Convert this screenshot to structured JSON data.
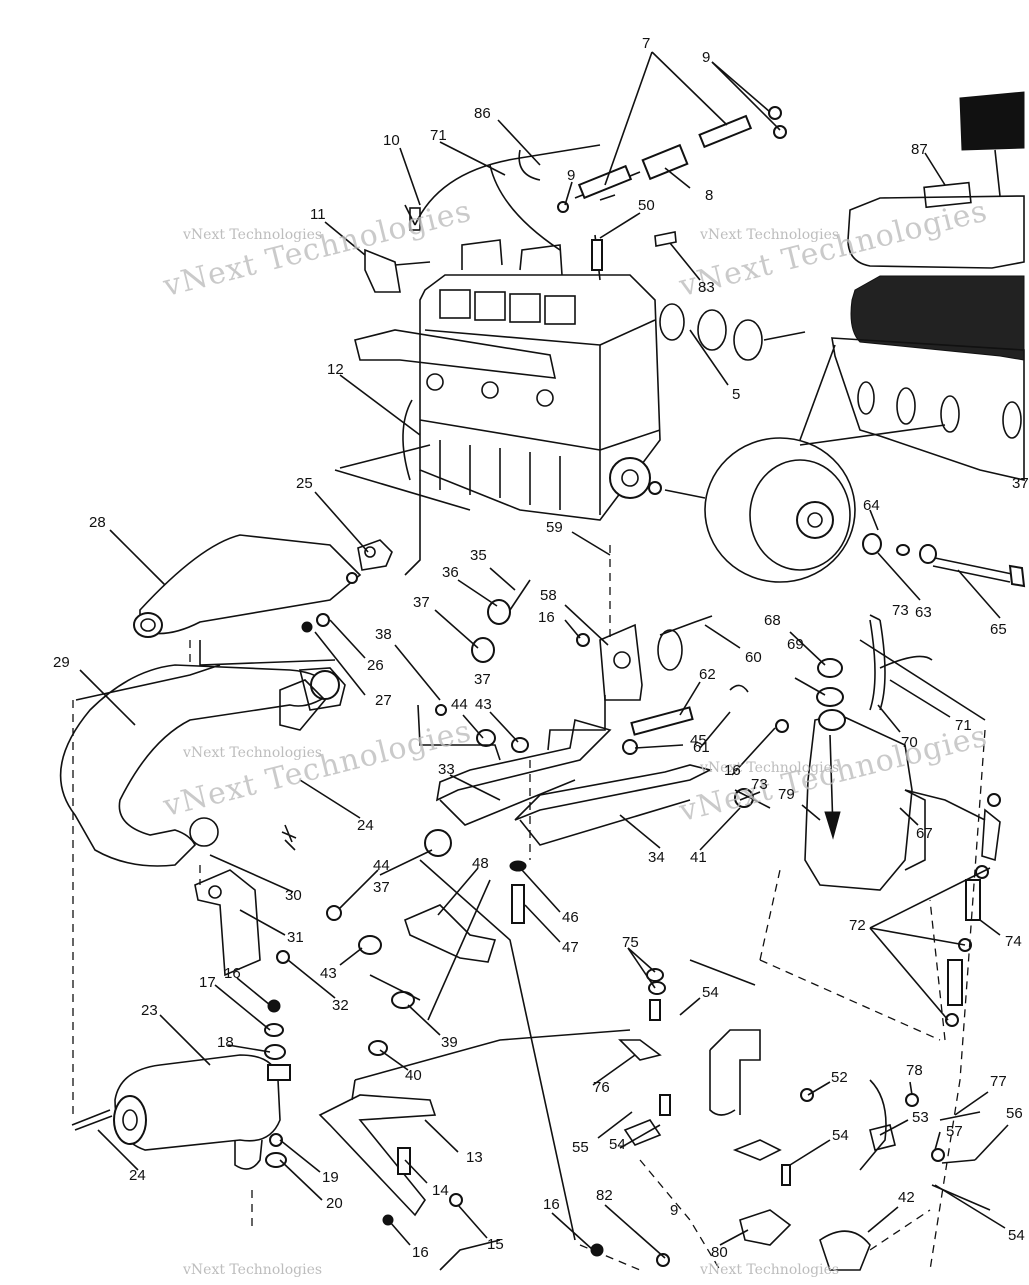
{
  "watermark": {
    "small": "vNext Technologies",
    "big": "vNext Technologies"
  },
  "callouts": [
    {
      "text": "7"
    },
    {
      "text": "9"
    },
    {
      "text": "86"
    },
    {
      "text": "10"
    },
    {
      "text": "71"
    },
    {
      "text": "9"
    },
    {
      "text": "8"
    },
    {
      "text": "87"
    },
    {
      "text": "11"
    },
    {
      "text": "50"
    },
    {
      "text": "83"
    },
    {
      "text": "12"
    },
    {
      "text": "5"
    },
    {
      "text": "37"
    },
    {
      "text": "25"
    },
    {
      "text": "28"
    },
    {
      "text": "59"
    },
    {
      "text": "64"
    },
    {
      "text": "63"
    },
    {
      "text": "65"
    },
    {
      "text": "35"
    },
    {
      "text": "36"
    },
    {
      "text": "58"
    },
    {
      "text": "16"
    },
    {
      "text": "60"
    },
    {
      "text": "68"
    },
    {
      "text": "73"
    },
    {
      "text": "69"
    },
    {
      "text": "37"
    },
    {
      "text": "26"
    },
    {
      "text": "29"
    },
    {
      "text": "27"
    },
    {
      "text": "38"
    },
    {
      "text": "44"
    },
    {
      "text": "43"
    },
    {
      "text": "62"
    },
    {
      "text": "71"
    },
    {
      "text": "70"
    },
    {
      "text": "45"
    },
    {
      "text": "61"
    },
    {
      "text": "16"
    },
    {
      "text": "73"
    },
    {
      "text": "33"
    },
    {
      "text": "79"
    },
    {
      "text": "24"
    },
    {
      "text": "67"
    },
    {
      "text": "34"
    },
    {
      "text": "41"
    },
    {
      "text": "44"
    },
    {
      "text": "48"
    },
    {
      "text": "37"
    },
    {
      "text": "30"
    },
    {
      "text": "46"
    },
    {
      "text": "31"
    },
    {
      "text": "47"
    },
    {
      "text": "72"
    },
    {
      "text": "74"
    },
    {
      "text": "43"
    },
    {
      "text": "75"
    },
    {
      "text": "16"
    },
    {
      "text": "32"
    },
    {
      "text": "17"
    },
    {
      "text": "54"
    },
    {
      "text": "23"
    },
    {
      "text": "39"
    },
    {
      "text": "18"
    },
    {
      "text": "76"
    },
    {
      "text": "40"
    },
    {
      "text": "52"
    },
    {
      "text": "78"
    },
    {
      "text": "77"
    },
    {
      "text": "56"
    },
    {
      "text": "53"
    },
    {
      "text": "13"
    },
    {
      "text": "57"
    },
    {
      "text": "55"
    },
    {
      "text": "54"
    },
    {
      "text": "54"
    },
    {
      "text": "24"
    },
    {
      "text": "19"
    },
    {
      "text": "14"
    },
    {
      "text": "20"
    },
    {
      "text": "42"
    },
    {
      "text": "16"
    },
    {
      "text": "82"
    },
    {
      "text": "15"
    },
    {
      "text": "54"
    },
    {
      "text": "16"
    },
    {
      "text": "80"
    },
    {
      "text": "9"
    },
    {
      "text": "37"
    }
  ]
}
